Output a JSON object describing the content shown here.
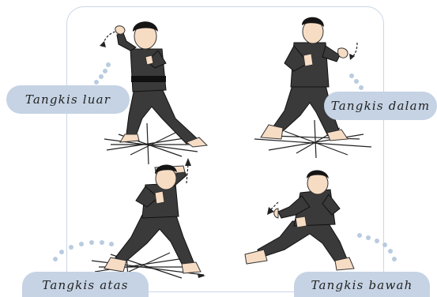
{
  "stances": [
    {
      "id": "luar",
      "label": "Tangkis luar"
    },
    {
      "id": "dalam",
      "label": "Tangkis dalam"
    },
    {
      "id": "atas",
      "label": "Tangkis atas"
    },
    {
      "id": "bawah",
      "label": "Tangkis bawah"
    }
  ],
  "colors": {
    "label_bg": "#c5d3e4",
    "dots": "#b9cbe0",
    "frame": "#c9d6e6",
    "uniform": "#3a3a3a",
    "skin": "#f7dcc4"
  }
}
